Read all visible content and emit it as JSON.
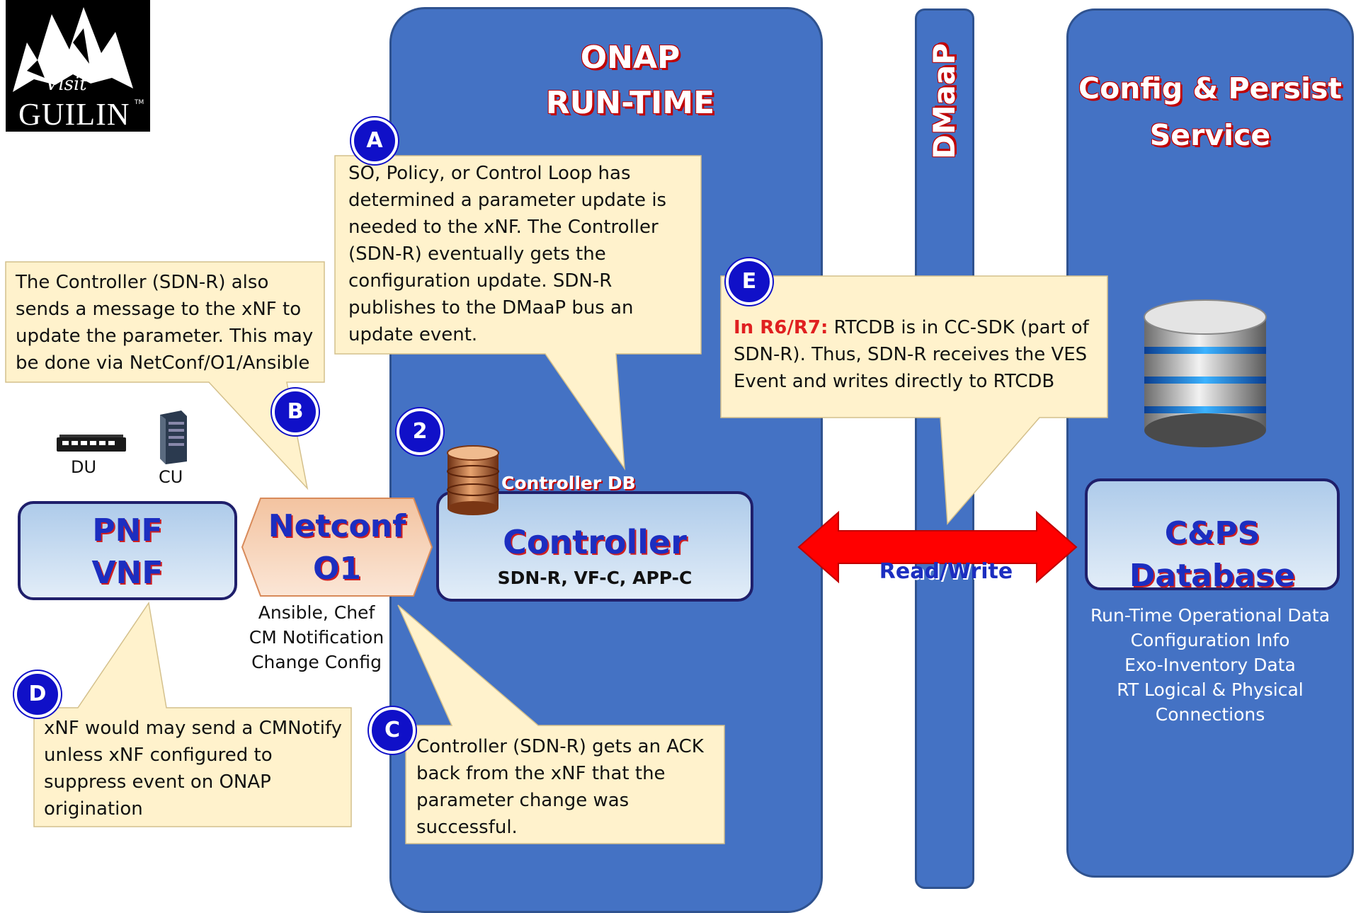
{
  "logo": {
    "visit": "Visit",
    "name": "GUILIN",
    "tm": "TM"
  },
  "onap_panel": {
    "title_line1": "ONAP",
    "title_line2": "RUN-TIME"
  },
  "dmaap_panel": {
    "title": "DMaaP"
  },
  "cps_panel": {
    "title_line1": "Config & Persist",
    "title_line2": "Service"
  },
  "callouts": {
    "a": {
      "badge": "A",
      "lines": [
        "SO, Policy, or Control Loop has",
        "determined a parameter update is",
        "needed to the xNF. The Controller",
        "(SDN-R) eventually gets the",
        "configuration update. SDN-R",
        "publishes to the DMaaP bus an",
        "update event."
      ]
    },
    "b": {
      "badge": "B",
      "lines": [
        "The Controller (SDN-R) also",
        "sends a message to the xNF to",
        "update the parameter. This may",
        "be done via NetConf/O1/Ansible"
      ]
    },
    "c": {
      "badge": "C",
      "lines": [
        "Controller (SDN-R) gets an ACK",
        "back from the xNF that the",
        "parameter change was",
        "successful."
      ]
    },
    "d": {
      "badge": "D",
      "lines": [
        "xNF would may send a CMNotify",
        "unless xNF configured to",
        "suppress event on ONAP",
        "origination"
      ]
    },
    "e": {
      "badge": "E",
      "highlight": "In R6/R7:",
      "line1_rest": " RTCDB is in CC-SDK (part of",
      "lines": [
        "SDN-R). Thus, SDN-R receives the VES",
        "Event and writes directly to RTCDB"
      ]
    }
  },
  "step2_badge": "2",
  "devices": {
    "du_label": "DU",
    "cu_label": "CU"
  },
  "pnf_box": {
    "line1": "PNF",
    "line2": "VNF"
  },
  "netconf": {
    "line1": "Netconf",
    "line2": "O1",
    "sub": [
      "Ansible, Chef",
      "CM Notification",
      "Change Config"
    ]
  },
  "controller": {
    "db_label": "Controller DB",
    "title": "Controller",
    "subtitle": "SDN-R, VF-C, APP-C"
  },
  "arrow": {
    "label": "Read/Write"
  },
  "cps_db": {
    "title": "C&PS Database",
    "details": [
      "Run-Time Operational Data",
      "Configuration Info",
      "Exo-Inventory Data",
      "RT Logical & Physical Connections"
    ]
  },
  "colors": {
    "panel": "#4472c4",
    "callout": "#fff2cc",
    "badge": "#1010c8",
    "arrow": "#ff0000",
    "highlight": "#e02020"
  }
}
